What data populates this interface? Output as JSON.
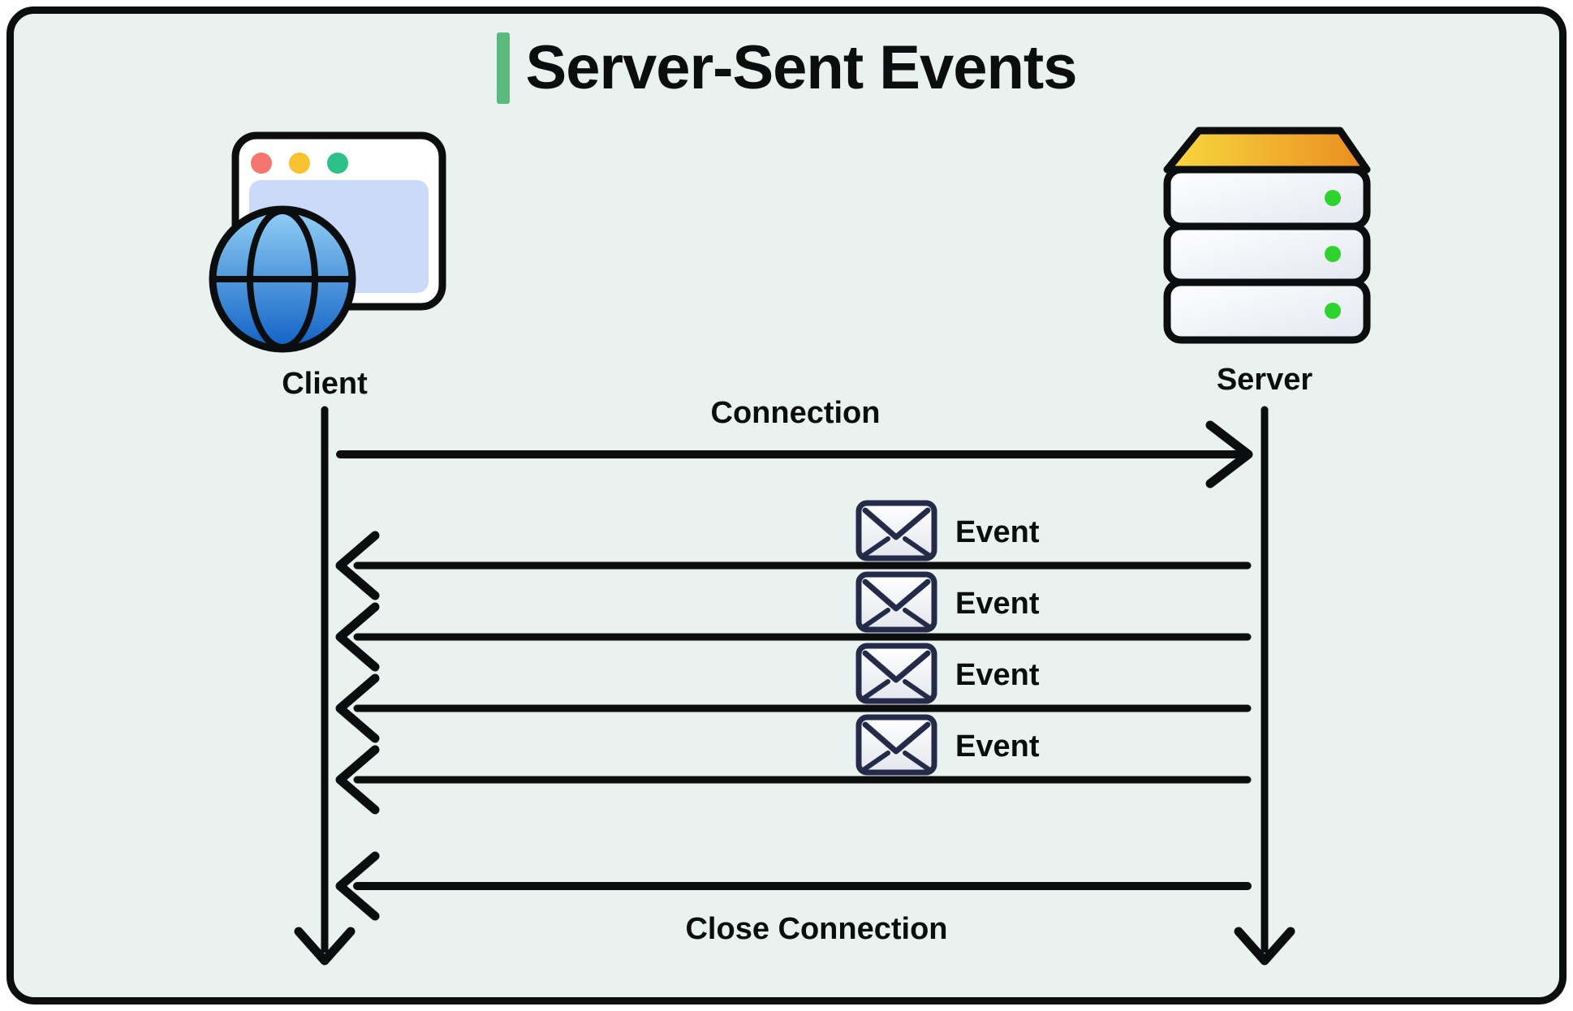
{
  "title": "Server-Sent Events",
  "client": {
    "label": "Client"
  },
  "server": {
    "label": "Server"
  },
  "messages": {
    "connection": "Connection",
    "events": [
      "Event",
      "Event",
      "Event",
      "Event"
    ],
    "close": "Close Connection"
  },
  "icons": {
    "client": "browser-window-with-globe",
    "server": "server-stack",
    "event": "envelope"
  },
  "colors": {
    "background": "#e9f2ee",
    "outline": "#0b0d0e",
    "accent_green_bar": "#5ab97c",
    "window_dot_red": "#f4766f",
    "window_dot_yellow": "#f8c231",
    "window_dot_green": "#2cc189",
    "browser_content_blue": "#cbdaf8",
    "globe_blue_top": "#93d0f6",
    "globe_blue_bottom": "#1061c4",
    "server_top_yellow": "#f8d93f",
    "server_top_orange": "#ea8d20",
    "server_led_green": "#2ed32e",
    "envelope_navy": "#242b49"
  }
}
